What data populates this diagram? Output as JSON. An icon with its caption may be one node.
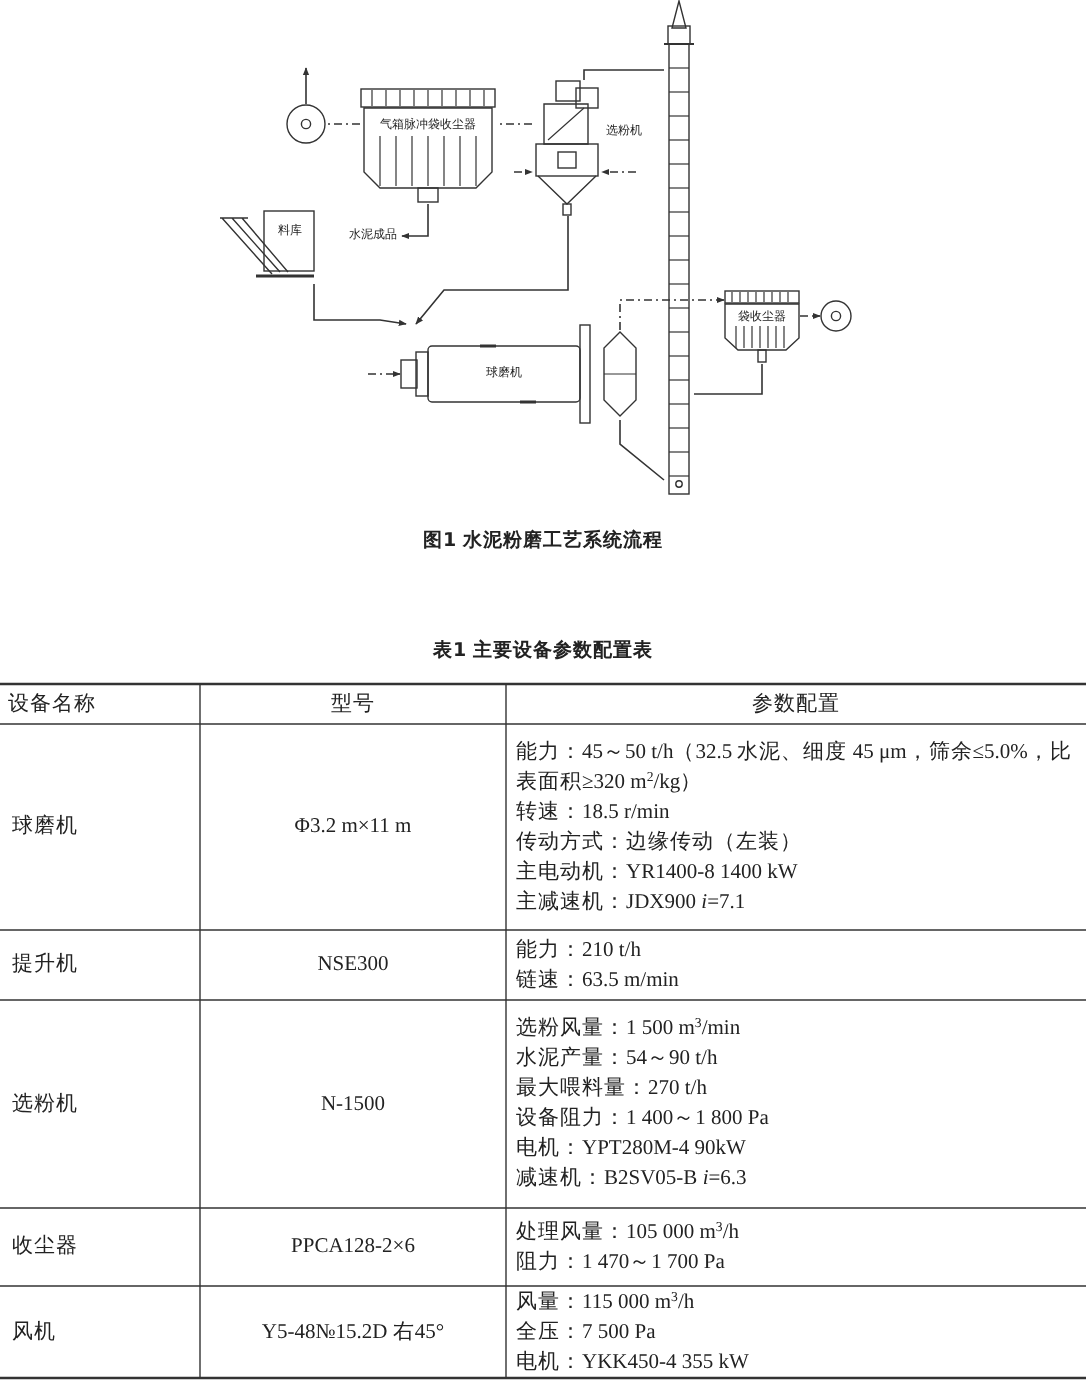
{
  "diagram": {
    "caption": "图1 水泥粉磨工艺系统流程",
    "nodes": [
      {
        "text": [],
        "shape": "circle"
      },
      {
        "text": [
          "气箱脉冲袋收尘器"
        ]
      },
      {
        "text": [],
        "shape": "box",
        "beside": [
          "选粉机"
        ]
      },
      {
        "text": [],
        "shape": "bar"
      },
      {
        "text": [
          "料库"
        ]
      },
      {
        "text": [
          "水泥成品"
        ]
      },
      {
        "text": [
          "球磨机"
        ]
      },
      {
        "text": [],
        "shape": "cylinder"
      },
      {
        "text": [
          "袋收尘器"
        ]
      },
      {
        "text": [],
        "shape": "circle"
      }
    ],
    "edges": [
      {
        "from": 1,
        "to": 0,
        "arrow": "none",
        "style": "dashed"
      },
      {
        "from": 0,
        "to": null,
        "arrow": "to"
      },
      {
        "from": 2,
        "to": 1,
        "arrow": "none",
        "style": "dashed"
      },
      {
        "from": 3,
        "to": 2,
        "arrow": "none"
      },
      {
        "from": 1,
        "to": 5,
        "arrow": "to"
      },
      {
        "from": 4,
        "to": 6,
        "arrow": "to"
      },
      {
        "from": 2,
        "to": 6,
        "arrow": "to"
      },
      {
        "from": null,
        "to": 6,
        "arrow": "to",
        "style": "dashed"
      },
      {
        "from": 7,
        "to": 8,
        "arrow": "to",
        "style": "dashed"
      },
      {
        "from": 8,
        "to": 9,
        "arrow": "to",
        "style": "dashed"
      },
      {
        "from": 7,
        "to": 3,
        "arrow": "none"
      },
      {
        "from": 8,
        "to": 3,
        "arrow": "none"
      },
      {
        "from": null,
        "to": 2,
        "arrow": "to",
        "style": "dashed"
      },
      {
        "from": null,
        "to": 2,
        "arrow": "to",
        "style": "dashed"
      }
    ],
    "labels": [
      "表1 主要设备参数配置表",
      "设备名称",
      "型号",
      "参数配置",
      "球磨机",
      "Φ3.2 m×11 m",
      "能力：45～50 t/h（32.5 水泥、细度 45 μm，筛余≤5.0%，比表面积≥320 m$^{2}$/kg）",
      "转速：18.5 r/min",
      "传动方式：边缘传动（左装）",
      "主电动机：YR1400-8 1400 kW",
      "主减速机：JDX900 *i*=7.1",
      "提升机",
      "NSE300",
      "能力：210 t/h",
      "链速：63.5 m/min",
      "选粉机",
      "N-1500",
      "选粉风量：1 500 m$^{3}$/min",
      "水泥产量：54～90 t/h",
      "最大喂料量：270 t/h",
      "设备阻力：1 400～1 800 Pa",
      "电机：YPT280M-4 90kW",
      "减速机：B2SV05-B *i*=6.3",
      "收尘器",
      "PPCA128-2×6",
      "处理风量：105 000 m$^{3}$/h",
      "阻力：1 470～1 700 Pa",
      "风机",
      "Y5-48№15.2D 右45°",
      "风量：115 000 m$^{3}$/h",
      "全压：7 500 Pa",
      "电机：YKK450-4 355 kW"
    ]
  }
}
